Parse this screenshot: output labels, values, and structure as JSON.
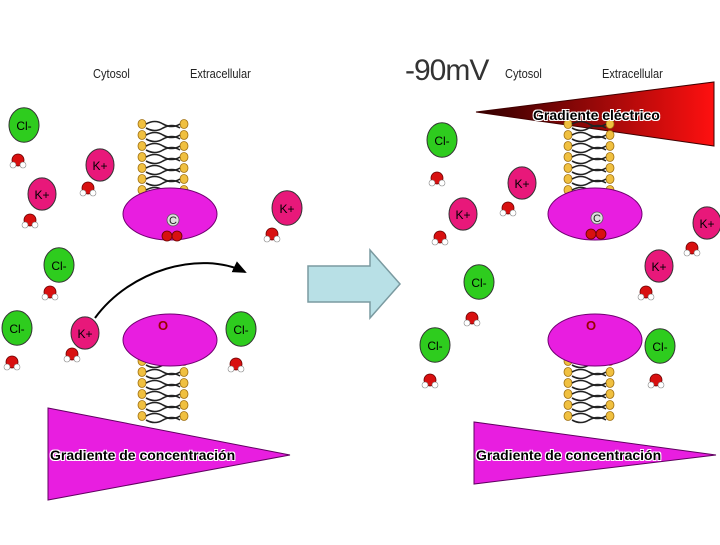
{
  "left_panel": {
    "cytosol_label": "Cytosol",
    "extracellular_label": "Extracellular",
    "gradient_label": "Gradiente de concentración"
  },
  "right_panel": {
    "voltage_label": "-90mV",
    "cytosol_label": "Cytosol",
    "extracellular_label": "Extracellular",
    "electric_gradient_label": "Gradiente eléctrico",
    "gradient_label": "Gradiente de concentración"
  },
  "ions": {
    "chloride": "Cl-",
    "potassium": "K+"
  },
  "channel_letters": {
    "top": "C",
    "bottom": "O"
  },
  "colors": {
    "chloride": "#2ecc1e",
    "potassium": "#e8187a",
    "channel": "#e81ee0",
    "water_oxygen": "#d81010",
    "electric_gradient": "#c00000",
    "concentration_gradient": "#e81ee0",
    "arrow_fill": "#b8e0e6"
  }
}
